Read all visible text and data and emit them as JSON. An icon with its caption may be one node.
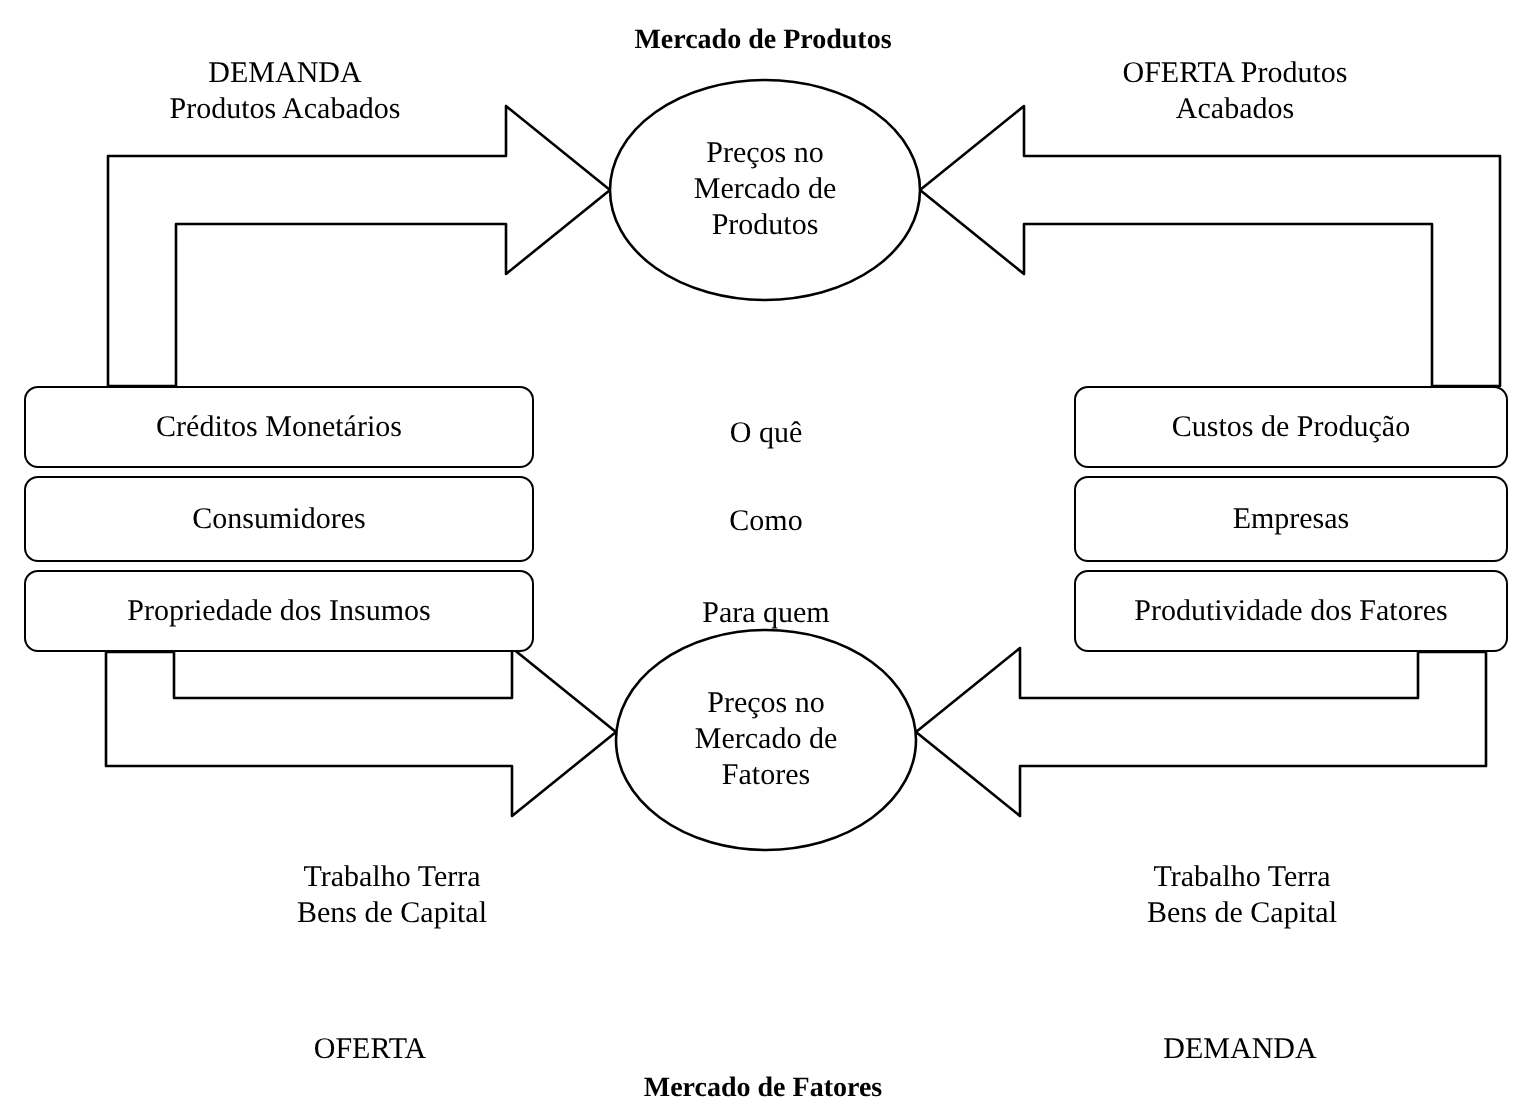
{
  "diagram": {
    "title": "Mercado de Produtos",
    "caption": "Mercado de Fatores",
    "nodes": [
      {
        "text": [
          "Créditos Monetários"
        ]
      },
      {
        "text": [
          "Consumidores"
        ]
      },
      {
        "text": [
          "Propriedade dos Insumos"
        ]
      },
      {
        "text": [
          "Custos de Produção"
        ]
      },
      {
        "text": [
          "Empresas"
        ]
      },
      {
        "text": [
          "Produtividade dos Fatores"
        ]
      },
      {
        "text": [
          "Preços no Mercado de Produtos"
        ]
      },
      {
        "text": [
          "Preços no Mercado de Fatores"
        ]
      }
    ],
    "edges": [
      {
        "from": 0,
        "to": 6,
        "arrow": "to",
        "label": "DEMANDA Produtos Acabados"
      },
      {
        "from": 3,
        "to": 6,
        "arrow": "to",
        "label": "OFERTA Produtos Acabados"
      },
      {
        "from": 2,
        "to": 7,
        "arrow": "to",
        "label": "Trabalho Terra Bens de Capital"
      },
      {
        "from": 5,
        "to": 7,
        "arrow": "to",
        "label": "Trabalho Terra Bens de Capital"
      }
    ],
    "labels": [
      "O quê",
      "Como",
      "Para quem",
      "OFERTA",
      "DEMANDA"
    ]
  }
}
